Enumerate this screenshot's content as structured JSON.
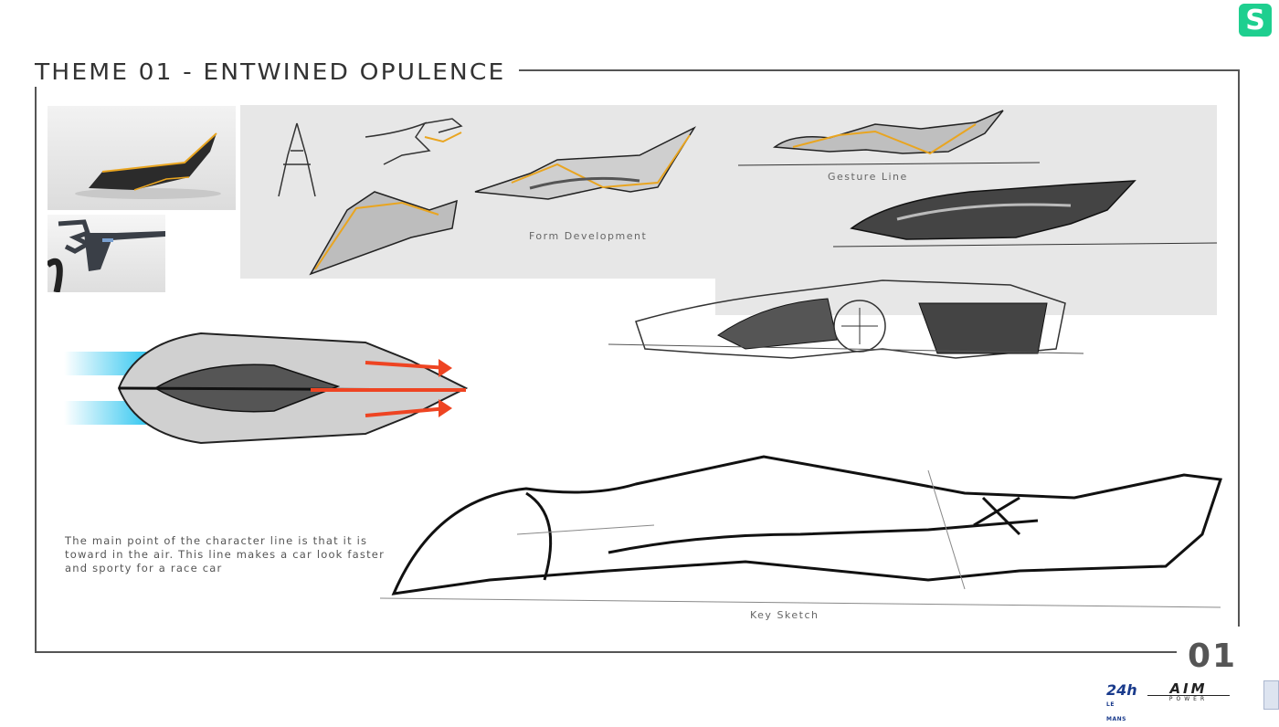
{
  "header": {
    "title": "THEME 01 - ENTWINED OPULENCE",
    "brand_logo_letter": "S"
  },
  "captions": {
    "form_development": "Form Development",
    "gesture_line": "Gesture Line",
    "key_sketch": "Key Sketch"
  },
  "description": "The main point of the character line is that it is toward in the air. This line makes a car look faster and sporty for a race car",
  "page_number": "01",
  "footer_logos": {
    "lemans": "24h",
    "lemans_sub": "LE MANS",
    "aim": "AIM",
    "aim_sub": "POWER"
  },
  "colors": {
    "accent_yellow": "#e9a520",
    "brand_green": "#1ecf8f",
    "airflow_cyan": "#38c8f0",
    "airflow_red": "#ee4422"
  }
}
